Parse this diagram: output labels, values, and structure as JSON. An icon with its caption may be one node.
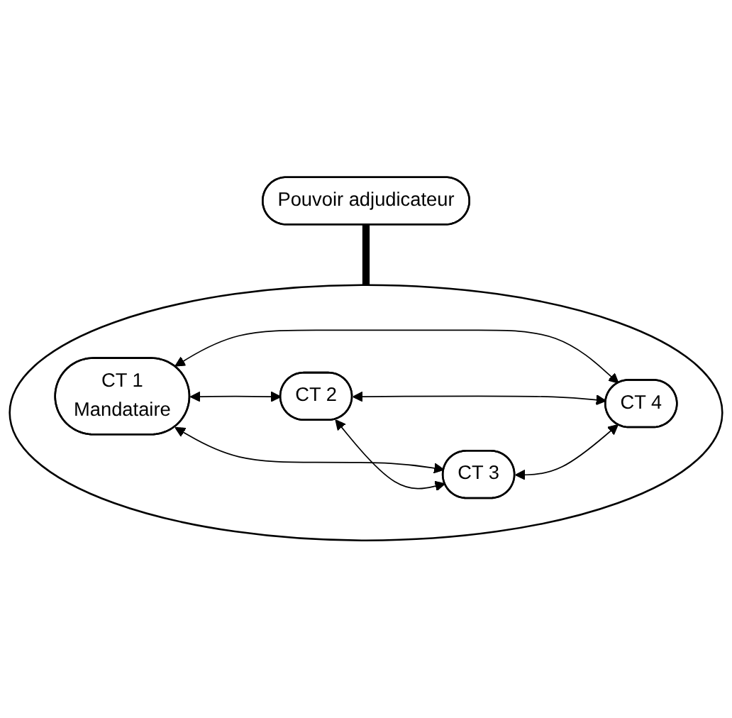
{
  "diagram": {
    "nodes": [
      {
        "text": [
          "Pouvoir adjudicateur"
        ]
      },
      {
        "text": [],
        "shape": "ellipse"
      },
      {
        "text": [
          "CT 1",
          "Mandataire"
        ],
        "in": 1
      },
      {
        "text": [
          "CT 2"
        ],
        "in": 1
      },
      {
        "text": [
          "CT 3"
        ],
        "in": 1
      },
      {
        "text": [
          "CT 4"
        ],
        "in": 1
      }
    ],
    "edges": [
      {
        "from": 0,
        "to": 1,
        "arrow": "none",
        "style": "thick"
      },
      {
        "from": 2,
        "to": 3,
        "arrow": "both"
      },
      {
        "from": 2,
        "to": 4,
        "arrow": "both"
      },
      {
        "from": 2,
        "to": 5,
        "arrow": "both"
      },
      {
        "from": 3,
        "to": 4,
        "arrow": "both"
      },
      {
        "from": 3,
        "to": 5,
        "arrow": "both"
      },
      {
        "from": 4,
        "to": 5,
        "arrow": "both"
      }
    ]
  }
}
